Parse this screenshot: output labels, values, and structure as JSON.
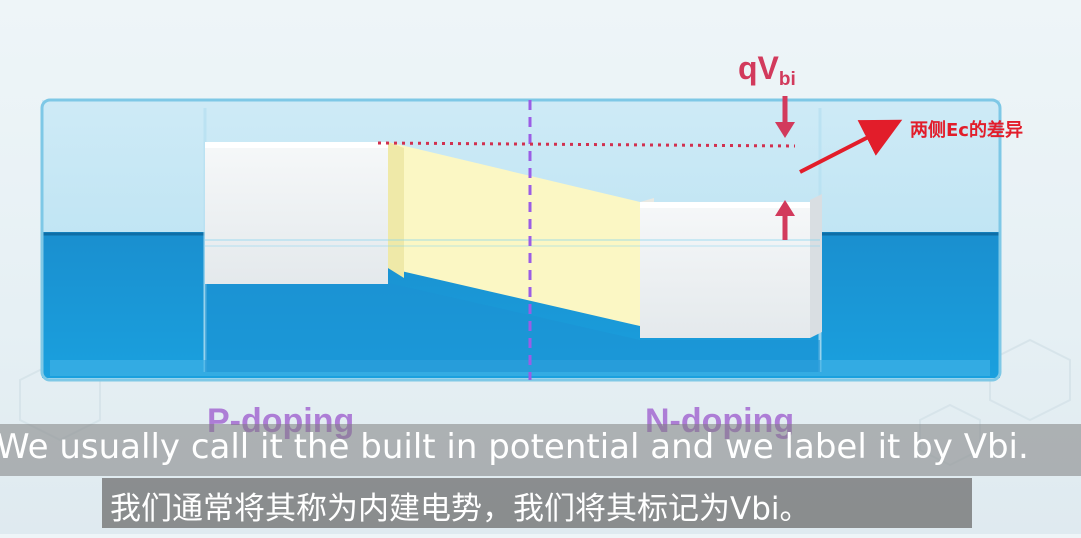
{
  "diagram": {
    "energy_label_main": "qV",
    "energy_label_sub": "bi",
    "annotation": "两侧Ec的差异",
    "p_region_label": "P-doping",
    "n_region_label": "N-doping"
  },
  "subtitles": {
    "english": "We usually call it the built in potential and we label it by Vbi.",
    "chinese": "我们通常将其称为内建电势，我们将其标记为Vbi。"
  },
  "colors": {
    "water_blue": "#1f9ad8",
    "annotation_red": "#e21d2a",
    "arrow_pink": "#d23a5c",
    "divider_purple": "#9b5de5",
    "junction_yellow": "#fbf7c4"
  }
}
